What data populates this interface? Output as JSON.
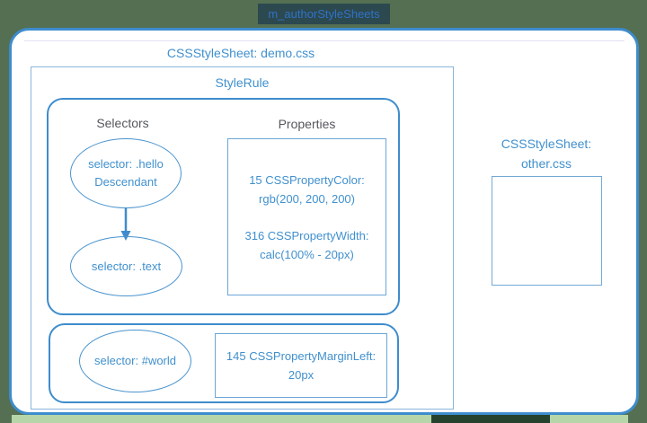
{
  "page": {
    "title": "m_authorStyleSheets",
    "colors": {
      "background_green": "#546f52",
      "bottom_strip_green": "#b6d6a9",
      "bottom_block_dark_green": "#24422d",
      "title_highlight": "#2c4950",
      "accent_blue_border": "#3e8ccd",
      "thin_blue_border": "#6ba6d6",
      "blue_text": "#4090ce",
      "gray_text": "#54575c",
      "white": "#ffffff"
    }
  },
  "demo_sheet": {
    "label": "CSSStyleSheet: demo.css",
    "style_rule": {
      "label": "StyleRule",
      "group1": {
        "selectors_header": "Selectors",
        "properties_header": "Properties",
        "selector1_line1": "selector: .hello",
        "selector1_line2": "Descendant",
        "selector2": "selector: .text",
        "properties": [
          "15 CSSPropertyColor:",
          "rgb(200, 200, 200)",
          "316 CSSPropertyWidth:",
          "calc(100% - 20px)"
        ]
      },
      "group2": {
        "selector": "selector: #world",
        "property_line1": "145 CSSPropertyMarginLeft:",
        "property_line2": "20px"
      }
    }
  },
  "other_sheet": {
    "label_line1": "CSSStyleSheet:",
    "label_line2": "other.css"
  }
}
